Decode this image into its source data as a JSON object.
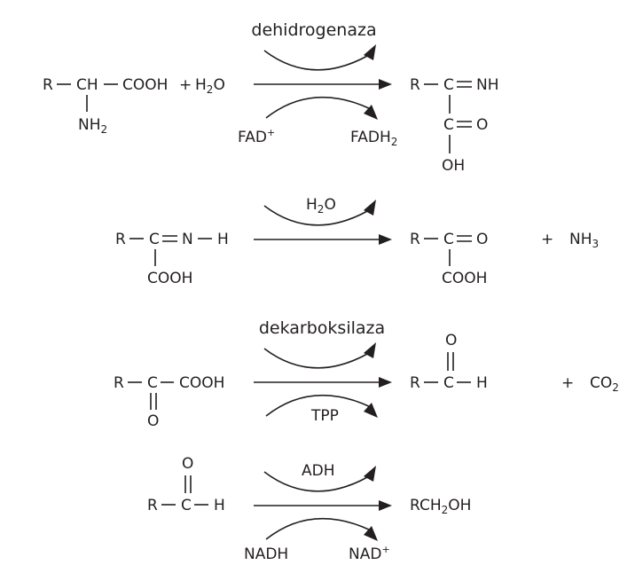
{
  "reactions": [
    {
      "enzyme": "dehidrogenaza",
      "substrate": {
        "r": "R",
        "ch": "CH",
        "cooh": "COOH",
        "plus": "+",
        "h2o_h": "H",
        "h2o_2": "2",
        "h2o_o": "O",
        "nh2_n": "NH",
        "nh2_2": "2"
      },
      "cofactor_in": {
        "base": "FAD",
        "sup": "+"
      },
      "cofactor_out": {
        "base": "FADH",
        "sub": "2"
      },
      "product": {
        "r": "R",
        "c": "C",
        "nh": "NH",
        "c2": "C",
        "o": "O",
        "oh": "OH"
      }
    },
    {
      "enzyme": "",
      "substrate": {
        "r": "R",
        "c": "C",
        "n": "N",
        "h": "H",
        "cooh": "COOH"
      },
      "reagent": {
        "h": "H",
        "sub": "2",
        "o": "O"
      },
      "product": {
        "r": "R",
        "c": "C",
        "o": "O",
        "cooh": "COOH"
      },
      "byproduct": {
        "plus": "+",
        "nh": "NH",
        "sub": "3"
      }
    },
    {
      "enzyme": "dekarboksilaza",
      "substrate": {
        "r": "R",
        "c": "C",
        "cooh": "COOH",
        "o": "O"
      },
      "cofactor": "TPP",
      "product": {
        "r": "R",
        "c": "C",
        "h": "H",
        "o": "O"
      },
      "byproduct": {
        "plus": "+",
        "co": "CO",
        "sub": "2"
      }
    },
    {
      "enzyme": "ADH",
      "substrate": {
        "r": "R",
        "c": "C",
        "h": "H",
        "o": "O"
      },
      "cofactor_in": "NADH",
      "cofactor_out": {
        "base": "NAD",
        "sup": "+"
      },
      "product": {
        "rch": "RCH",
        "sub": "2",
        "oh": "OH"
      }
    }
  ]
}
